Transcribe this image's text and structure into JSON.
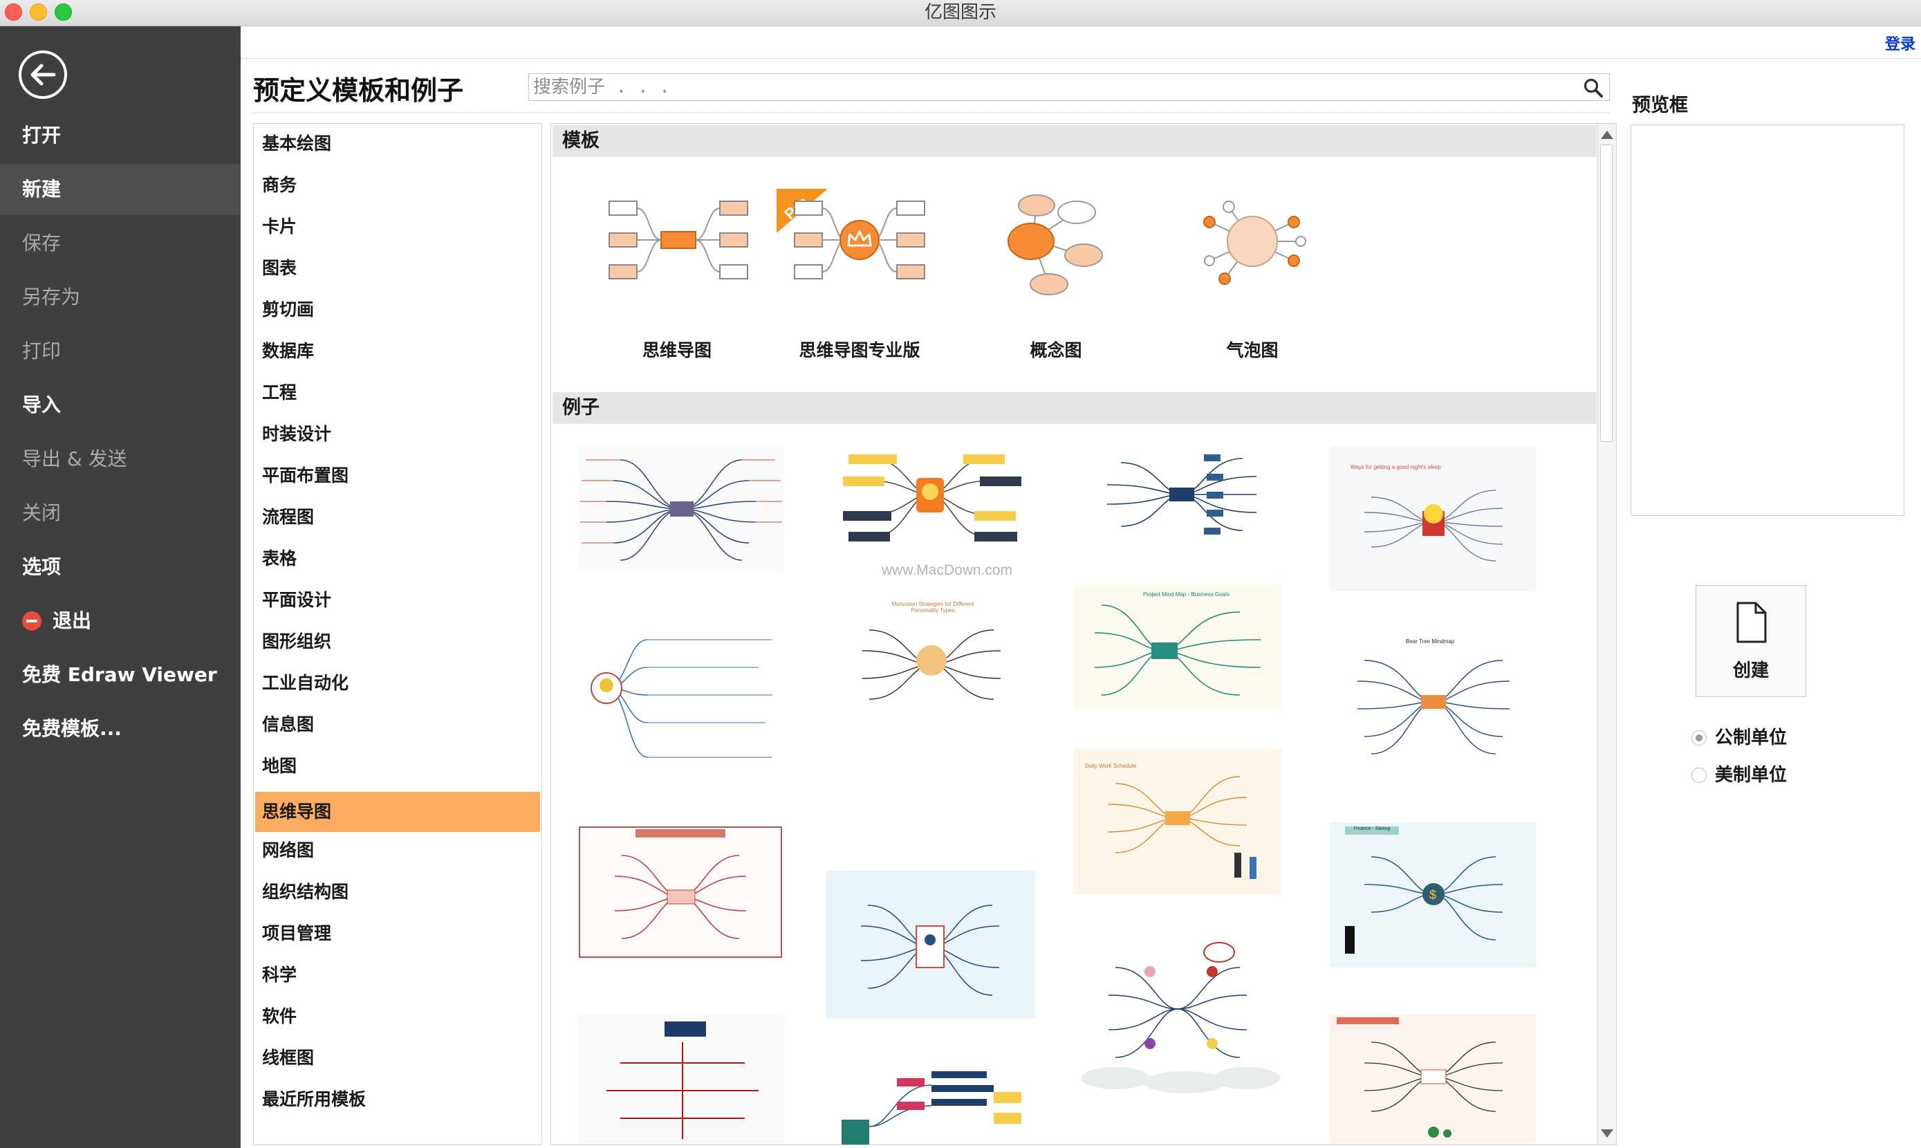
{
  "window": {
    "title": "亿图图示"
  },
  "sidebar": {
    "items": [
      {
        "label": "打开",
        "state": "normal"
      },
      {
        "label": "新建",
        "state": "active"
      },
      {
        "label": "保存",
        "state": "dim"
      },
      {
        "label": "另存为",
        "state": "dim"
      },
      {
        "label": "打印",
        "state": "dim"
      },
      {
        "label": "导入",
        "state": "normal"
      },
      {
        "label": "导出 & 发送",
        "state": "dim"
      },
      {
        "label": "关闭",
        "state": "dim"
      },
      {
        "label": "选项",
        "state": "normal"
      },
      {
        "label": "退出",
        "state": "normal"
      },
      {
        "label": "免费 Edraw Viewer",
        "state": "normal"
      },
      {
        "label": "免费模板...",
        "state": "normal"
      }
    ]
  },
  "header": {
    "login": "登录",
    "title": "预定义模板和例子",
    "search_placeholder": "搜索例子 . . ."
  },
  "categories": {
    "selected": "思维导图",
    "items": [
      "基本绘图",
      "商务",
      "卡片",
      "图表",
      "剪切画",
      "数据库",
      "工程",
      "时装设计",
      "平面布置图",
      "流程图",
      "表格",
      "平面设计",
      "图形组织",
      "工业自动化",
      "信息图",
      "地图",
      "思维导图",
      "网络图",
      "组织结构图",
      "项目管理",
      "科学",
      "软件",
      "线框图",
      "最近所用模板"
    ]
  },
  "gallery": {
    "templates_header": "模板",
    "templates": [
      {
        "label": "思维导图",
        "icon": "mindmap-template-icon"
      },
      {
        "label": "思维导图专业版",
        "icon": "mindmap-pro-template-icon",
        "badge": "Pro"
      },
      {
        "label": "概念图",
        "icon": "concept-map-template-icon"
      },
      {
        "label": "气泡图",
        "icon": "bubble-chart-template-icon"
      }
    ],
    "examples_header": "例子",
    "watermark": "www.MacDown.com",
    "thumb_texts": {
      "t4": "Ways for getting a good night's sleep",
      "t6": "Motivation Strategies for Different Personality Types",
      "t7": "Project Mind Map - Business Goals",
      "t8": "Bear Tree Mindmap",
      "t10": "Daily Work Schedule",
      "t12": "Finance - Saving"
    }
  },
  "preview": {
    "label": "预览框"
  },
  "actions": {
    "create": "创建"
  },
  "units": {
    "options": [
      "公制单位",
      "美制单位"
    ],
    "selected": "公制单位"
  }
}
